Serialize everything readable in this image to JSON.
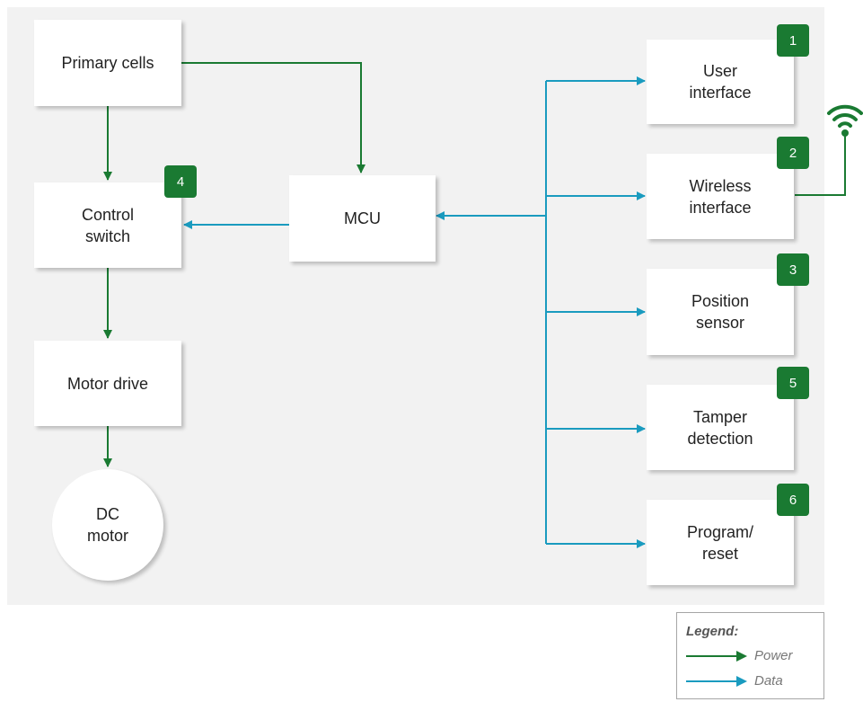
{
  "blocks": {
    "primary_cells": "Primary cells",
    "control_switch": [
      "Control",
      "switch"
    ],
    "motor_drive": "Motor drive",
    "dc_motor": [
      "DC",
      "motor"
    ],
    "mcu": "MCU",
    "user_interface": [
      "User",
      "interface"
    ],
    "wireless_interface": [
      "Wireless",
      "interface"
    ],
    "position_sensor": [
      "Position",
      "sensor"
    ],
    "tamper_detection": [
      "Tamper",
      "detection"
    ],
    "program_reset": [
      "Program/",
      "reset"
    ]
  },
  "badges": {
    "user_interface": "1",
    "wireless_interface": "2",
    "position_sensor": "3",
    "control_switch": "4",
    "tamper_detection": "5",
    "program_reset": "6"
  },
  "legend": {
    "title": "Legend:",
    "power": "Power",
    "data": "Data"
  },
  "colors": {
    "power": "#1a7a32",
    "data": "#1a9bbf",
    "badge": "#1a7a32",
    "panel": "#f2f2f2"
  },
  "icons": [
    "wifi-icon"
  ]
}
